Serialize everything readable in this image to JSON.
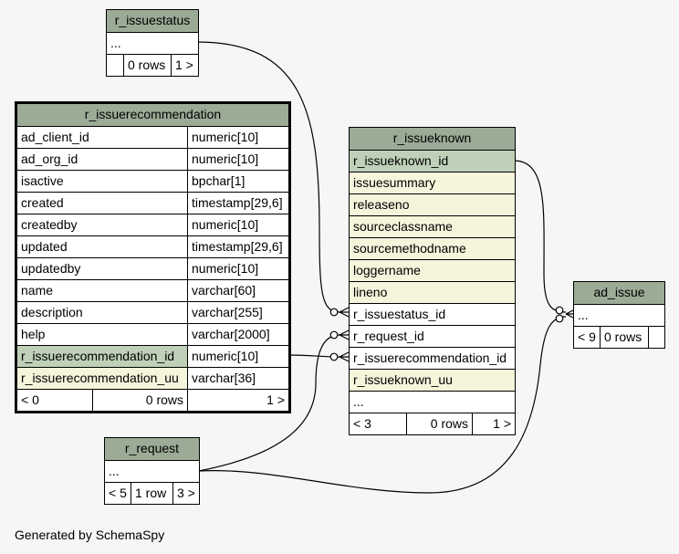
{
  "tables": {
    "r_issuestatus": {
      "name": "r_issuestatus",
      "rows": [
        "..."
      ],
      "footer": [
        "",
        "0 rows",
        "1 >"
      ]
    },
    "r_issuerecommendation": {
      "name": "r_issuerecommendation",
      "columns": [
        {
          "name": "ad_client_id",
          "type": "numeric[10]"
        },
        {
          "name": "ad_org_id",
          "type": "numeric[10]"
        },
        {
          "name": "isactive",
          "type": "bpchar[1]"
        },
        {
          "name": "created",
          "type": "timestamp[29,6]"
        },
        {
          "name": "createdby",
          "type": "numeric[10]"
        },
        {
          "name": "updated",
          "type": "timestamp[29,6]"
        },
        {
          "name": "updatedby",
          "type": "numeric[10]"
        },
        {
          "name": "name",
          "type": "varchar[60]"
        },
        {
          "name": "description",
          "type": "varchar[255]"
        },
        {
          "name": "help",
          "type": "varchar[2000]"
        },
        {
          "name": "r_issuerecommendation_id",
          "type": "numeric[10]"
        },
        {
          "name": "r_issuerecommendation_uu",
          "type": "varchar[36]"
        }
      ],
      "footer": [
        "< 0",
        "0 rows",
        "1 >"
      ]
    },
    "r_issueknown": {
      "name": "r_issueknown",
      "columns": [
        "r_issueknown_id",
        "issuesummary",
        "releaseno",
        "sourceclassname",
        "sourcemethodname",
        "loggername",
        "lineno",
        "r_issuestatus_id",
        "r_request_id",
        "r_issuerecommendation_id",
        "r_issueknown_uu",
        "..."
      ],
      "footer": [
        "< 3",
        "0 rows",
        "1 >"
      ]
    },
    "ad_issue": {
      "name": "ad_issue",
      "rows": [
        "..."
      ],
      "footer": [
        "< 9",
        "0 rows",
        ""
      ]
    },
    "r_request": {
      "name": "r_request",
      "rows": [
        "..."
      ],
      "footer": [
        "< 5",
        "1 row",
        "3 >"
      ]
    }
  },
  "footer_text": "Generated by SchemaSpy",
  "colors": {
    "header": "#9bab96",
    "primary_key": "#bed1b8",
    "indexed": "#f5f5dc",
    "background": "#f6f6f6"
  }
}
